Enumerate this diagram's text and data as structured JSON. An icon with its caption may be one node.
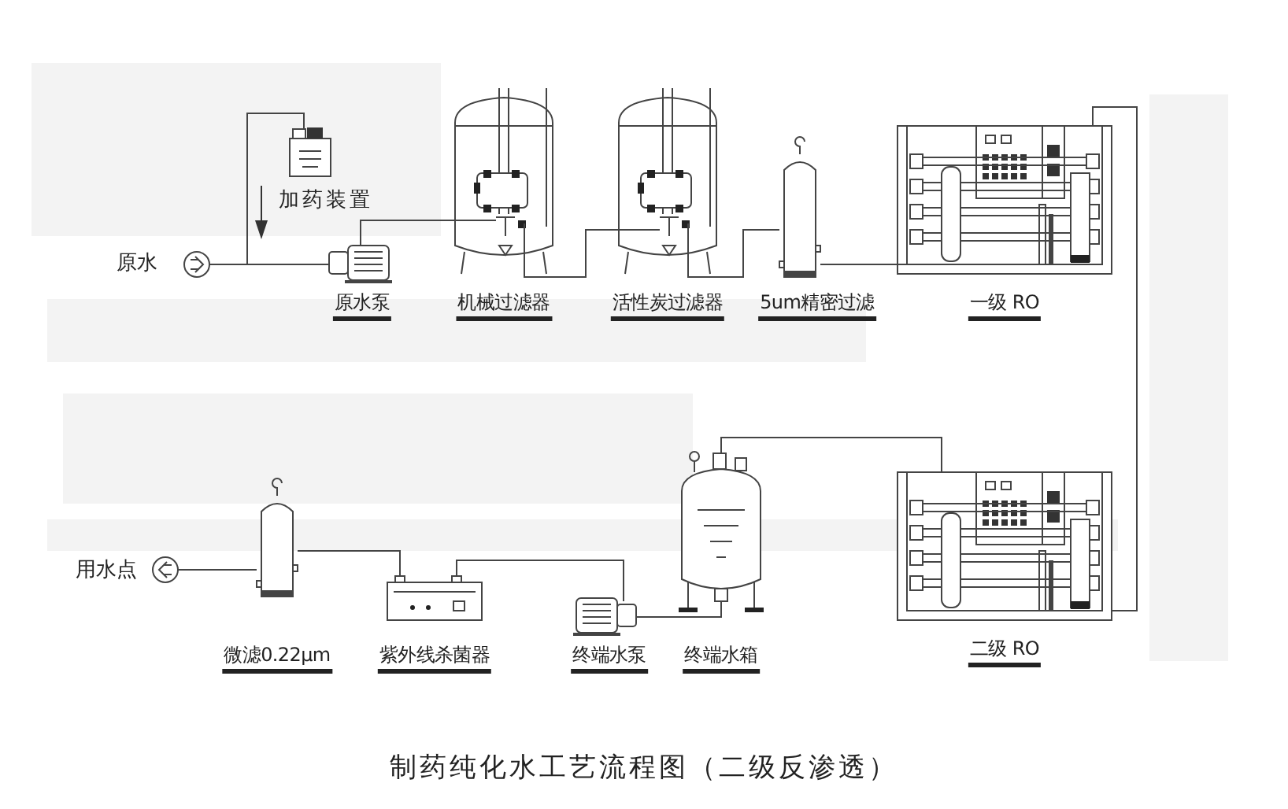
{
  "diagram": {
    "title": "制药纯化水工艺流程图（二级反渗透）",
    "nodes": [
      {
        "text": [
          "原水"
        ]
      },
      {
        "text": [
          "加药装置"
        ]
      },
      {
        "text": [
          "原水泵"
        ]
      },
      {
        "text": [
          "机械过滤器"
        ]
      },
      {
        "text": [
          "活性炭过滤器"
        ]
      },
      {
        "text": [
          "5um精密过滤"
        ]
      },
      {
        "text": [
          "一级 RO"
        ]
      },
      {
        "text": [
          "二级 RO"
        ]
      },
      {
        "text": [
          "终端水箱"
        ]
      },
      {
        "text": [
          "终端水泵"
        ]
      },
      {
        "text": [
          "紫外线杀菌器"
        ]
      },
      {
        "text": [
          "微滤0.22μm"
        ]
      },
      {
        "text": [
          "用水点"
        ]
      }
    ],
    "edges": [
      {
        "from": 0,
        "to": 2,
        "arrow": "none"
      },
      {
        "from": 1,
        "to": 2,
        "arrow": "none"
      },
      {
        "from": 2,
        "to": 3,
        "arrow": "none"
      },
      {
        "from": 3,
        "to": 4,
        "arrow": "none"
      },
      {
        "from": 4,
        "to": 5,
        "arrow": "none"
      },
      {
        "from": 5,
        "to": 6,
        "arrow": "none"
      },
      {
        "from": 6,
        "to": 7,
        "arrow": "none"
      },
      {
        "from": 7,
        "to": 8,
        "arrow": "none"
      },
      {
        "from": 8,
        "to": 9,
        "arrow": "none"
      },
      {
        "from": 9,
        "to": 10,
        "arrow": "none"
      },
      {
        "from": 10,
        "to": 11,
        "arrow": "none"
      },
      {
        "from": 11,
        "to": 12,
        "arrow": "none"
      }
    ]
  }
}
